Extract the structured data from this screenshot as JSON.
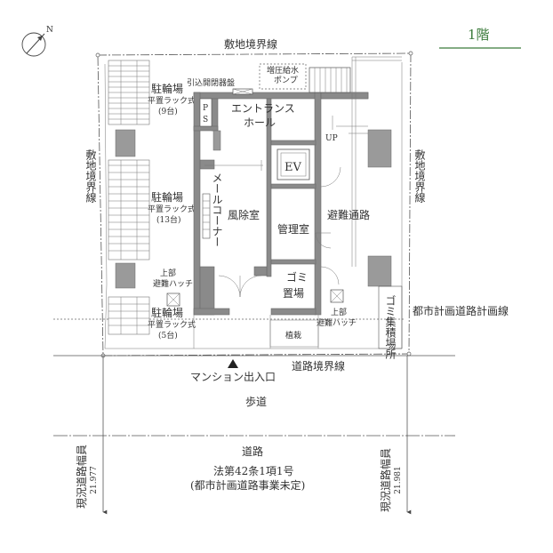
{
  "floor_label": "1階",
  "compass_label": "N",
  "boundary": {
    "site_top": "敷地境界線",
    "site_left": "敷地境界線",
    "site_right": "敷地境界線",
    "road_boundary": "道路境界線",
    "city_plan_line": "都市計画道路計画線"
  },
  "rooms": {
    "entrance_hall": [
      "エントランス",
      "ホール"
    ],
    "wind_room": "風除室",
    "mail_corner": "メールコーナー",
    "ev": "EV",
    "management": "管理室",
    "garbage": [
      "ゴミ",
      "置場"
    ],
    "evac_passage": "避難通路",
    "garbage_collection": "ゴミ集積場所",
    "planting": "植栽",
    "ps": [
      "P",
      "S"
    ],
    "up": "UP"
  },
  "equipment": {
    "service_panel": "引込開閉器盤",
    "pump": [
      "増圧給水",
      "ポンプ"
    ]
  },
  "bike_parking": [
    {
      "title": "駐輪場",
      "type": "平置ラック式",
      "count": "(9台)"
    },
    {
      "title": "駐輪場",
      "type": "平置ラック式",
      "count": "(13台)"
    },
    {
      "title": "駐輪場",
      "type": "平置ラック式",
      "count": "(5台)"
    }
  ],
  "hatch_left": [
    "上部",
    "避難ハッチ"
  ],
  "hatch_right": [
    "上部",
    "避難ハッチ"
  ],
  "entrance_label": "マンション出入口",
  "sidewalk": "歩道",
  "road": {
    "title": "道路",
    "law": "法第42条1項1号",
    "note": "(都市計画道路事業未定)"
  },
  "road_width_left": {
    "label": "現況道路幅員",
    "value": "21.977"
  },
  "road_width_right": {
    "label": "現況道路幅員",
    "value": "21.981"
  }
}
